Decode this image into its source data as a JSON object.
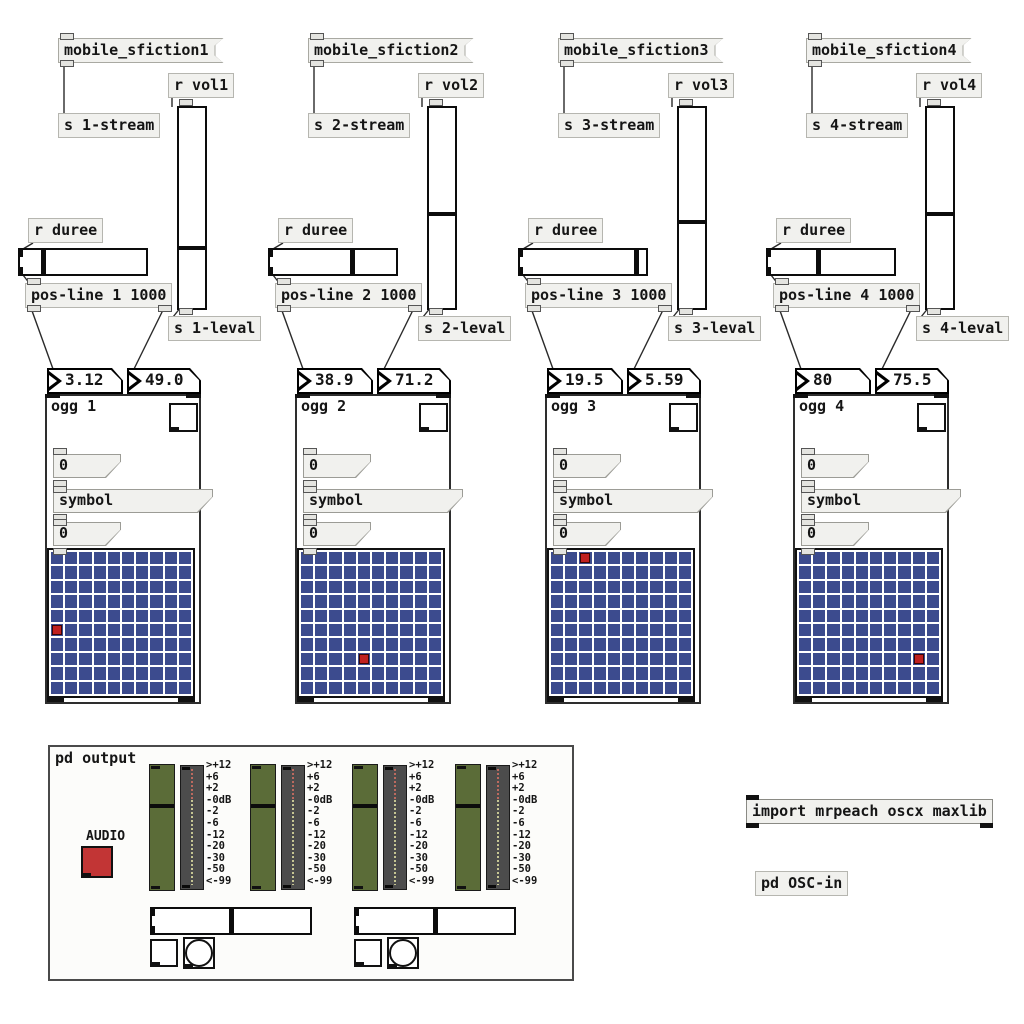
{
  "columns": [
    {
      "message": "mobile_sfiction1",
      "stream": "s 1-stream",
      "vol": "r vol1",
      "leval": "s 1-leval",
      "duree": "r duree",
      "posline": "pos-line 1 1000",
      "num_left": "3.12",
      "num_right": "49.0",
      "ogg": "ogg 1",
      "msg_zero_a": "0",
      "msg_symbol": "symbol",
      "msg_zero_b": "0",
      "hslider_pos": 0.18,
      "vslider_pos": 0.7,
      "dot": {
        "col": 0,
        "row": 5
      }
    },
    {
      "message": "mobile_sfiction2",
      "stream": "s 2-stream",
      "vol": "r vol2",
      "leval": "s 2-leval",
      "duree": "r duree",
      "posline": "pos-line 2 1000",
      "num_left": "38.9",
      "num_right": "71.2",
      "ogg": "ogg 2",
      "msg_zero_a": "0",
      "msg_symbol": "symbol",
      "msg_zero_b": "0",
      "hslider_pos": 0.65,
      "vslider_pos": 0.53,
      "dot": {
        "col": 4,
        "row": 7
      }
    },
    {
      "message": "mobile_sfiction3",
      "stream": "s 3-stream",
      "vol": "r vol3",
      "leval": "s 3-leval",
      "duree": "r duree",
      "posline": "pos-line 3 1000",
      "num_left": "19.5",
      "num_right": "5.59",
      "ogg": "ogg 3",
      "msg_zero_a": "0",
      "msg_symbol": "symbol",
      "msg_zero_b": "0",
      "hslider_pos": 0.92,
      "vslider_pos": 0.57,
      "dot": {
        "col": 2,
        "row": 0
      }
    },
    {
      "message": "mobile_sfiction4",
      "stream": "s 4-stream",
      "vol": "r vol4",
      "leval": "s 4-leval",
      "duree": "r duree",
      "posline": "pos-line 4 1000",
      "num_left": "80",
      "num_right": "75.5",
      "ogg": "ogg 4",
      "msg_zero_a": "0",
      "msg_symbol": "symbol",
      "msg_zero_b": "0",
      "hslider_pos": 0.4,
      "vslider_pos": 0.53,
      "dot": {
        "col": 8,
        "row": 7
      }
    }
  ],
  "output": {
    "label": "pd output",
    "audio": "AUDIO",
    "scale": [
      ">+12",
      "+6",
      "+2",
      "-0dB",
      "-2",
      "-6",
      "-12",
      "-20",
      "-30",
      "-50",
      "<-99"
    ],
    "meter_handle": 0.33,
    "slider_pos": 0.5
  },
  "misc": {
    "import": "import mrpeach oscx maxlib",
    "osc": "pd OSC-in"
  },
  "colors": {
    "grid_blue": "#3c4b8e",
    "dot_red": "#c02020",
    "slider_green": "#5b6c38",
    "meter_gray": "#4c4c4c",
    "audio_red": "#c23535"
  }
}
